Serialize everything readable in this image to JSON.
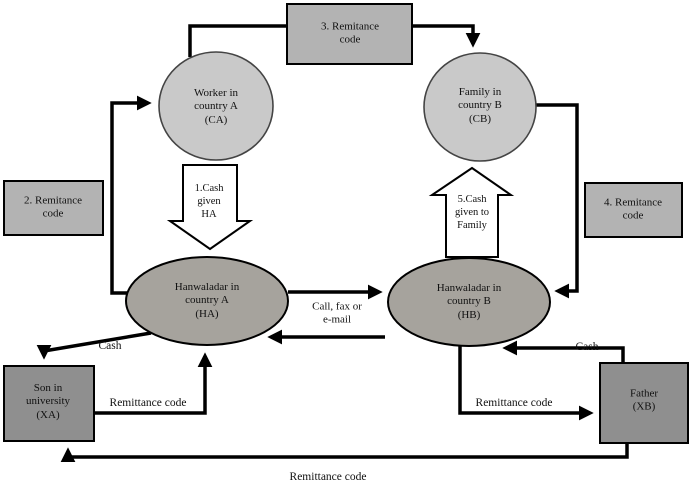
{
  "diagram": {
    "boxes": {
      "remitance_code_3": "3. Remitance\ncode",
      "remitance_code_2": "2. Remitance\ncode",
      "remitance_code_4": "4. Remitance\ncode"
    },
    "circles": {
      "worker": "Worker in\ncountry A\n(CA)",
      "family": "Family in\ncountry B\n(CB)"
    },
    "big_arrows": {
      "cash_given_ha": "1.Cash\ngiven\nHA",
      "cash_given_family": "5.Cash\ngiven to\nFamily"
    },
    "ellipses": {
      "hawaladar_a": "Hanwaladar in\ncountry A\n(HA)",
      "hawaladar_b": "Hanwaladar in\ncountry B\n(HB)"
    },
    "squares": {
      "son": "Son in\nuniversity\n(XA)",
      "father": "Father\n(XB)"
    },
    "edge_labels": {
      "call_fax": "Call, fax or\ne-mail",
      "cash_left": "Cash",
      "cash_right": "Cash",
      "remittance_left": "Remittance code",
      "remittance_right": "Remittance code",
      "remittance_bottom": "Remittance code"
    },
    "colors": {
      "light_node": "#c9c9c9",
      "mid_box": "#b3b3b3",
      "ellipse_node": "#a6a39d",
      "dark_box": "#8f8f8f",
      "arrow_fill": "#ffffff",
      "line": "#000000",
      "background": "#ffffff"
    }
  }
}
